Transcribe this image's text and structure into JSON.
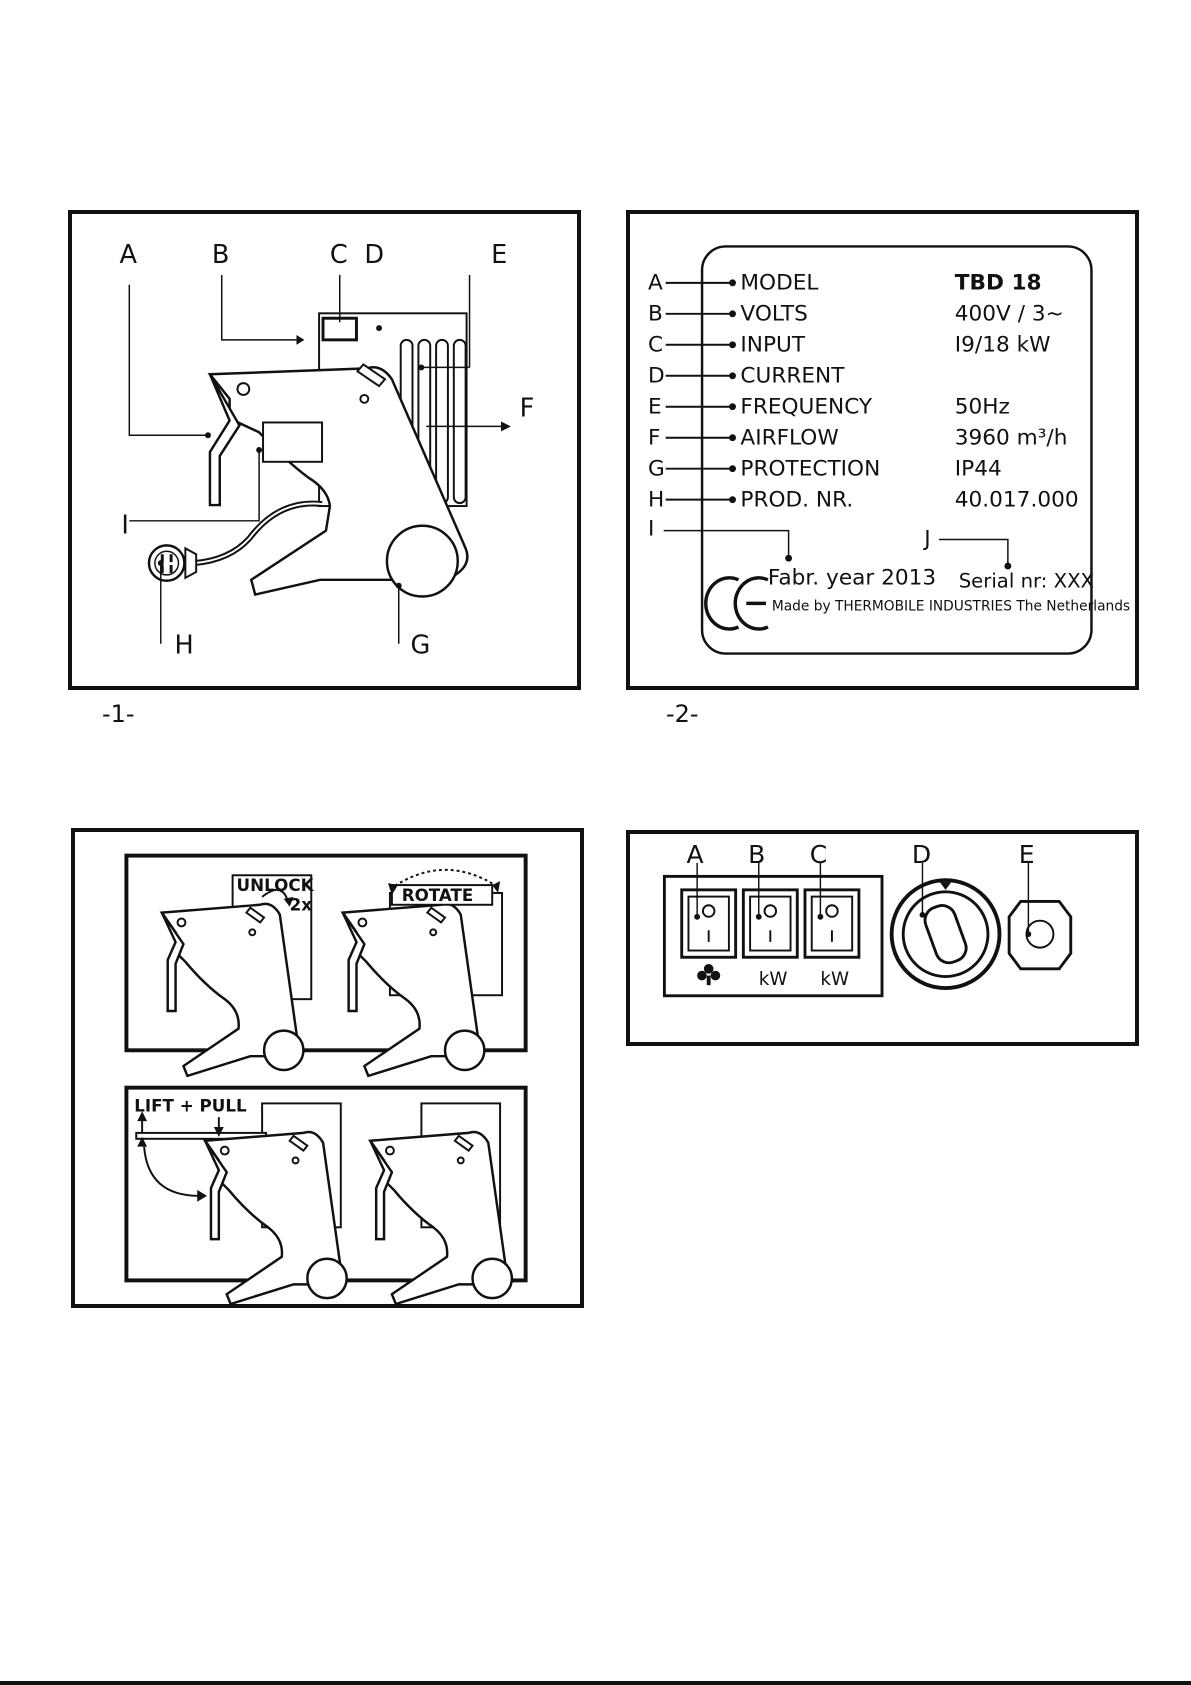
{
  "fig1": {
    "caption": "-1-",
    "labels": {
      "A": "A",
      "B": "B",
      "C": "C",
      "D": "D",
      "E": "E",
      "F": "F",
      "G": "G",
      "H": "H",
      "I": "I"
    }
  },
  "fig2": {
    "caption": "-2-",
    "rows": [
      {
        "letter": "A",
        "name": "MODEL",
        "value": "TBD 18"
      },
      {
        "letter": "B",
        "name": "VOLTS",
        "value": "400V / 3~"
      },
      {
        "letter": "C",
        "name": "INPUT",
        "value": "I9/18 kW"
      },
      {
        "letter": "D",
        "name": "CURRENT",
        "value": ""
      },
      {
        "letter": "E",
        "name": "FREQUENCY",
        "value": "50Hz"
      },
      {
        "letter": "F",
        "name": "AIRFLOW",
        "value": "3960 m³/h"
      },
      {
        "letter": "G",
        "name": "PROTECTION",
        "value": "IP44"
      },
      {
        "letter": "H",
        "name": "PROD. NR.",
        "value": "40.017.000"
      }
    ],
    "letter_i": "I",
    "letter_j": "J",
    "fabr_year": "Fabr. year 2013",
    "serial": "Serial nr: XXX",
    "made_by": "Made by THERMOBILE INDUSTRIES The Netherlands",
    "ce_mark": "CE"
  },
  "fig3": {
    "unlock": "UNLOCK",
    "times": "2x",
    "rotate": "ROTATE",
    "lift_pull": "LIFT + PULL"
  },
  "fig4": {
    "labels": {
      "A": "A",
      "B": "B",
      "C": "C",
      "D": "D",
      "E": "E"
    },
    "kw_b": "kW",
    "kw_c": "kW",
    "fan_icon": "fan-icon"
  }
}
